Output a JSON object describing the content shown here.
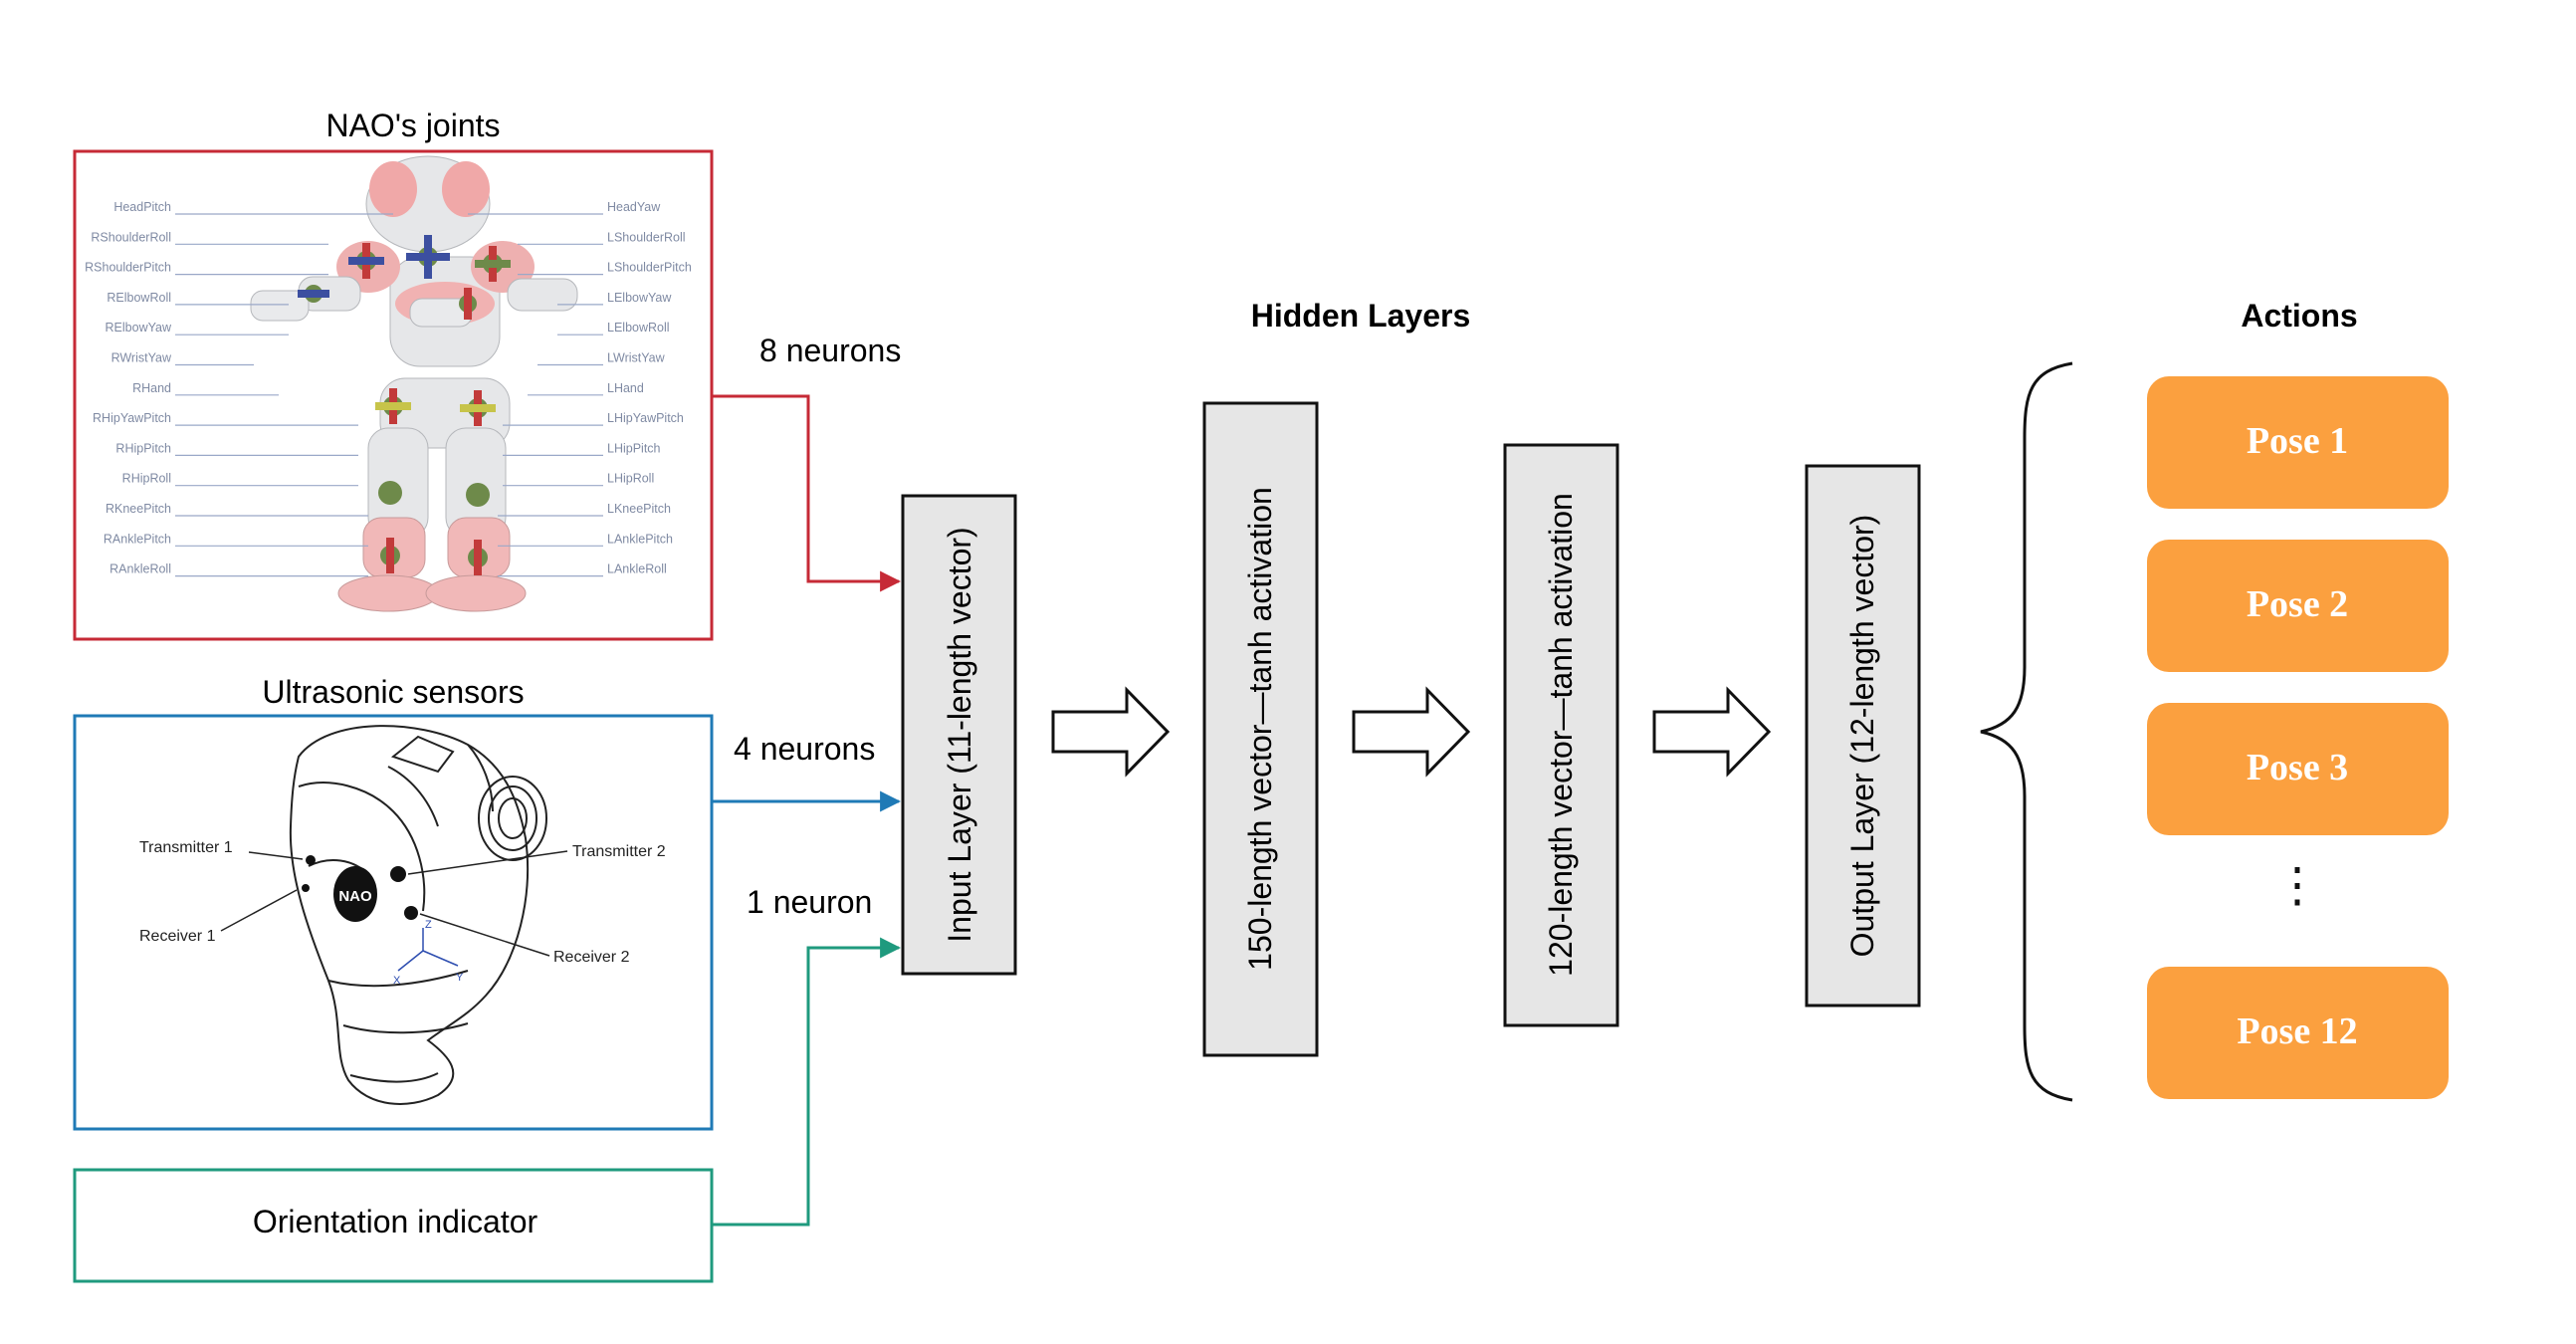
{
  "inputs": {
    "joints": {
      "title": "NAO's joints",
      "color": "#c62a36",
      "neurons_label": "8 neurons",
      "left_labels": [
        "HeadPitch",
        "RShoulderRoll",
        "RShoulderPitch",
        "RElbowRoll",
        "RElbowYaw",
        "RWristYaw",
        "RHand",
        "RHipYawPitch",
        "RHipPitch",
        "RHipRoll",
        "RKneePitch",
        "RAnklePitch",
        "RAnkleRoll"
      ],
      "right_labels": [
        "HeadYaw",
        "LShoulderRoll",
        "LShoulderPitch",
        "LElbowYaw",
        "LElbowRoll",
        "LWristYaw",
        "LHand",
        "LHipYawPitch",
        "LHipPitch",
        "LHipRoll",
        "LKneePitch",
        "LAnklePitch",
        "LAnkleRoll"
      ]
    },
    "ultrasonic": {
      "title": "Ultrasonic sensors",
      "color": "#1f7ab6",
      "neurons_label": "4 neurons",
      "labels": {
        "transmitter1": "Transmitter 1",
        "transmitter2": "Transmitter 2",
        "receiver1": "Receiver 1",
        "receiver2": "Receiver 2",
        "logo": "NAO",
        "axis_x": "X",
        "axis_y": "Y",
        "axis_z": "Z"
      }
    },
    "orientation": {
      "label": "Orientation indicator",
      "color": "#1f9a7e",
      "neurons_label": "1 neuron"
    }
  },
  "network": {
    "input_layer": "Input Layer (11-length vector)",
    "hidden_title": "Hidden Layers",
    "hidden_1": "150-length vector—tanh activation",
    "hidden_2": "120-length vector—tanh activation",
    "output_layer": "Output Layer (12-length vector)"
  },
  "actions": {
    "title": "Actions",
    "color": "#fba03f",
    "poses": [
      "Pose 1",
      "Pose 2",
      "Pose 3",
      "Pose 12"
    ],
    "ellipsis": "⋮"
  }
}
